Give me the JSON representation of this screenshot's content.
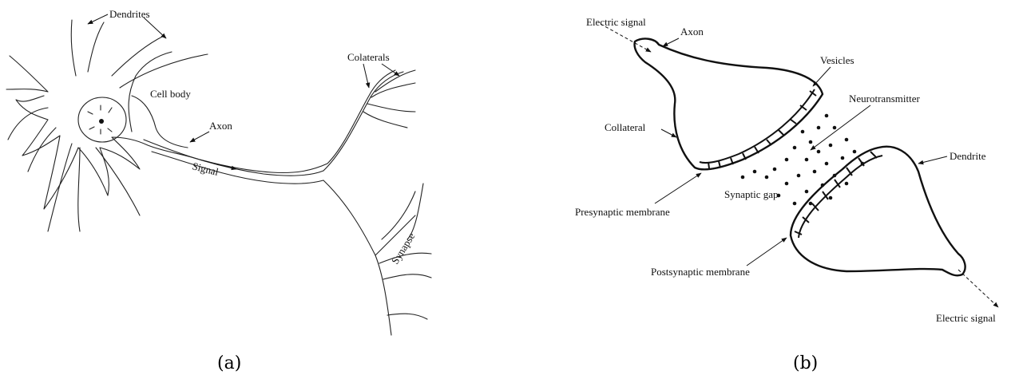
{
  "panel_a": {
    "caption": "(a)",
    "labels": {
      "dendrites": "Dendrites",
      "cell_body": "Cell body",
      "axon": "Axon",
      "signal": "Signal",
      "colaterals": "Colaterals",
      "synapse": "Synapse"
    }
  },
  "panel_b": {
    "caption": "(b)",
    "labels": {
      "electric_signal_in": "Electric signal",
      "axon": "Axon",
      "vesicles": "Vesicles",
      "neurotransmitter": "Neurotransmitter",
      "collateral": "Collateral",
      "dendrite": "Dendrite",
      "synaptic_gap": "Synaptic gap",
      "presynaptic_membrane": "Presynaptic membrane",
      "postsynaptic_membrane": "Postsynaptic membrane",
      "electric_signal_out": "Electric signal"
    }
  }
}
